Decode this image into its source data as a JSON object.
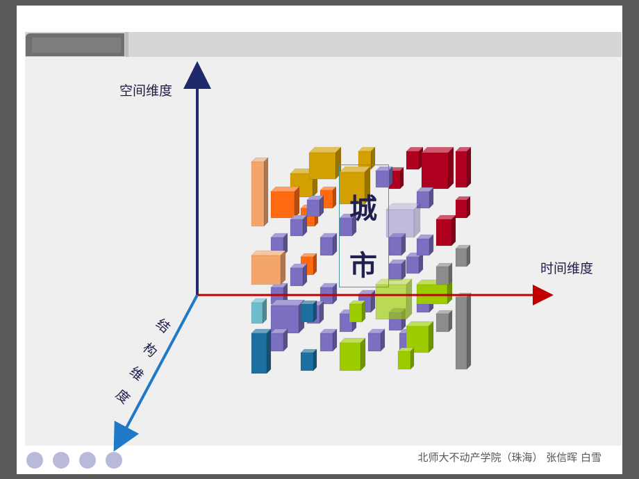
{
  "axes": {
    "space": "空间维度",
    "time": "时间维度",
    "structure_chars": [
      "结",
      "构",
      "维",
      "度"
    ]
  },
  "center": {
    "chars": [
      "城",
      "市"
    ]
  },
  "footer": {
    "text": "北师大不动产学院（珠海）  张信晖    白雪"
  },
  "nav_dots": 4,
  "colors": {
    "space_axis": "#1f2a6b",
    "time_axis": "#c00000",
    "structure_axis": "#1f78c8",
    "cube_purple": "#7a6fc0",
    "cube_gold": "#d2a000",
    "cube_orange": "#ff6a10",
    "cube_red": "#b00020",
    "cube_green": "#9ccc00",
    "cube_teal": "#1d6f9f",
    "cube_gray": "#8c8c8c"
  }
}
